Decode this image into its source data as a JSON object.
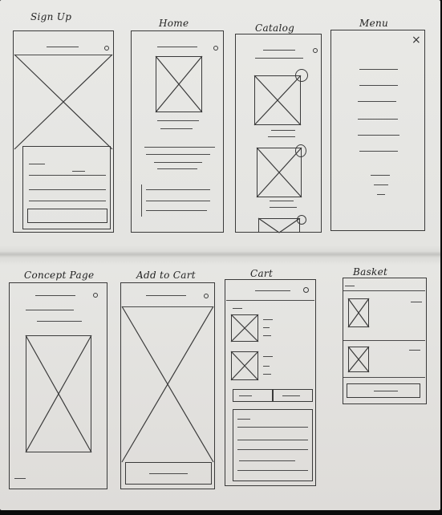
{
  "sheet": {
    "screens": [
      {
        "id": "signup",
        "title": "Sign Up"
      },
      {
        "id": "home",
        "title": "Home"
      },
      {
        "id": "catalog",
        "title": "Catalog"
      },
      {
        "id": "menu",
        "title": "Menu"
      },
      {
        "id": "concept",
        "title": "Concept Page"
      },
      {
        "id": "addtocart",
        "title": "Add to Cart"
      },
      {
        "id": "cart",
        "title": "Cart"
      },
      {
        "id": "basket",
        "title": "Basket"
      }
    ],
    "menu_close_glyph": "×"
  }
}
